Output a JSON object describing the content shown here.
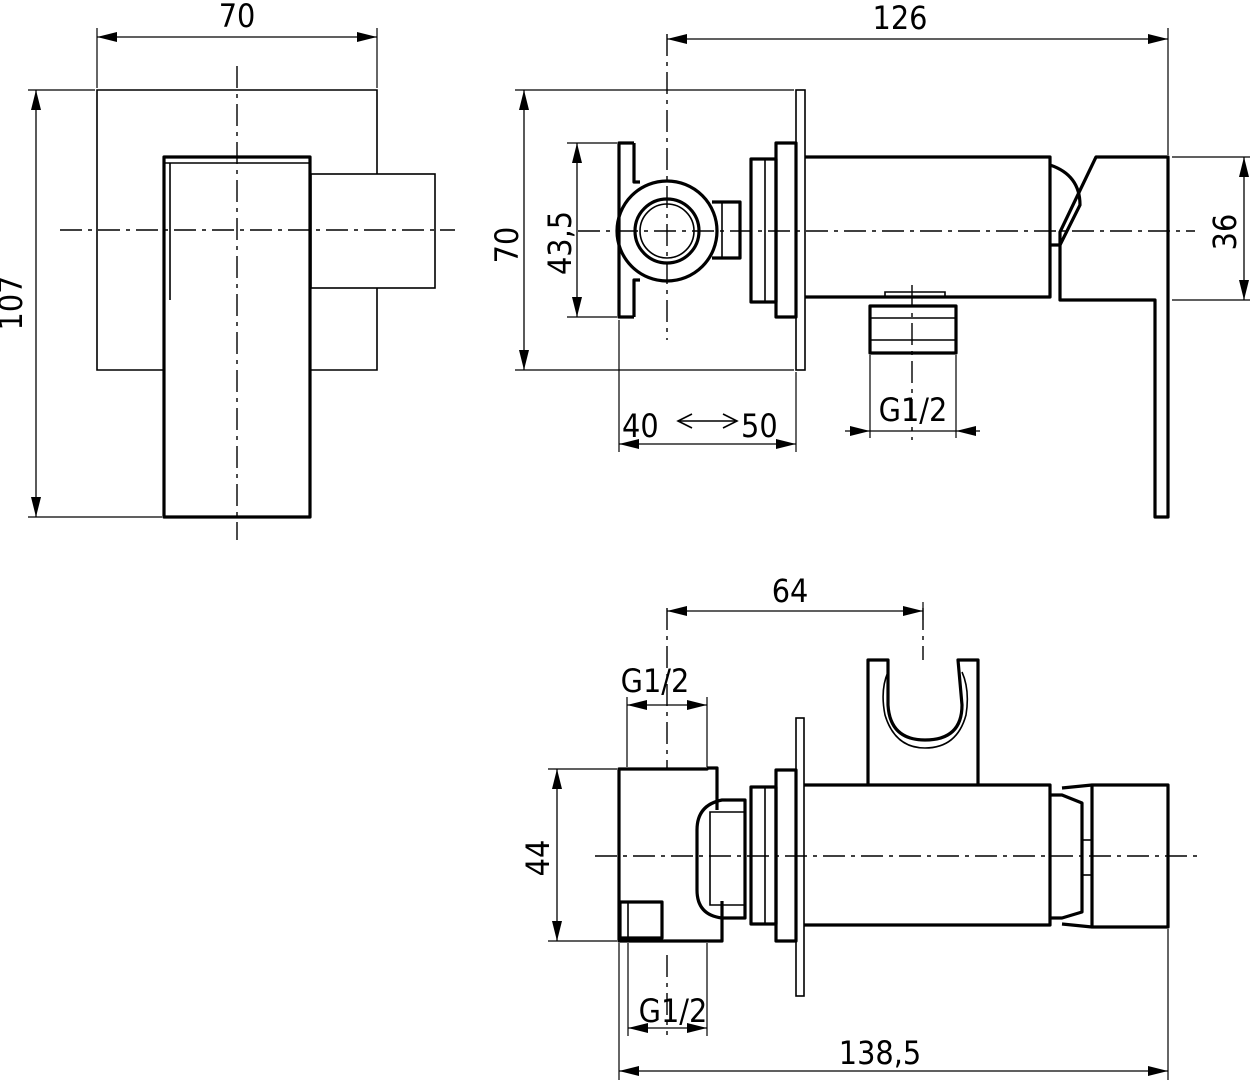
{
  "front_view": {
    "width_label": "70",
    "height_label": "107"
  },
  "side_view": {
    "length_label": "126",
    "plate_label": "70",
    "body_label": "43,5",
    "handle_label": "36",
    "depth_min_label": "40",
    "depth_max_label": "50",
    "outlet_thread_label": "G1/2"
  },
  "top_view": {
    "holder_offset_label": "64",
    "inlet_thread_label": "G1/2",
    "height_label": "44",
    "bottom_thread_label": "G1/2",
    "total_length_label": "138,5"
  }
}
